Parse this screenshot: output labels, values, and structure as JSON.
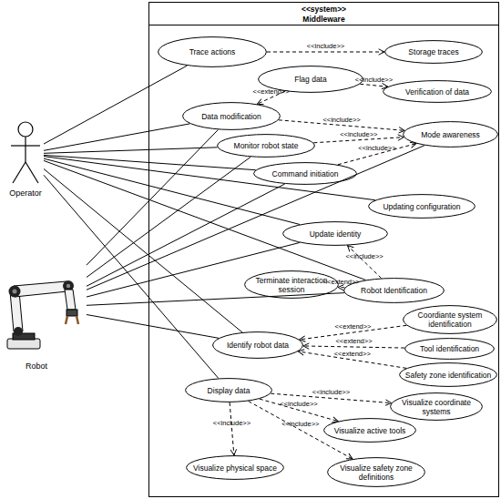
{
  "diagram": {
    "nodes": [
      {
        "text": [
          "<<system>>",
          "Middleware"
        ]
      },
      {
        "text": [
          "Trace actions"
        ],
        "in": 0
      },
      {
        "text": [
          "Storage traces"
        ],
        "in": 0
      },
      {
        "text": [
          "Flag data"
        ],
        "in": 0
      },
      {
        "text": [
          "Verification of data"
        ],
        "in": 0
      },
      {
        "text": [
          "Data modification"
        ],
        "in": 0
      },
      {
        "text": [
          "Mode awareness"
        ],
        "in": 0
      },
      {
        "text": [
          "Monitor robot state"
        ],
        "in": 0
      },
      {
        "text": [
          "Command initiation"
        ],
        "in": 0
      },
      {
        "text": [
          "Updating configuration"
        ],
        "in": 0
      },
      {
        "text": [
          "Update identity"
        ],
        "in": 0
      },
      {
        "text": [
          "Terminate interaction session"
        ],
        "in": 0
      },
      {
        "text": [
          "Robot Identification"
        ],
        "in": 0
      },
      {
        "text": [
          "Coordiante system identification"
        ],
        "in": 0
      },
      {
        "text": [
          "Identify robot data"
        ],
        "in": 0
      },
      {
        "text": [
          "Tool identification"
        ],
        "in": 0
      },
      {
        "text": [
          "Safety zone identification"
        ],
        "in": 0
      },
      {
        "text": [
          "Display data"
        ],
        "in": 0
      },
      {
        "text": [
          "Visualize coordinate systems"
        ],
        "in": 0
      },
      {
        "text": [
          "Visualize active tools"
        ],
        "in": 0
      },
      {
        "text": [
          "Visualize physical space"
        ],
        "in": 0
      },
      {
        "text": [
          "Visualize safety zone definitions"
        ],
        "in": 0
      },
      {
        "text": [
          "Operator"
        ]
      },
      {
        "text": [
          "Robot"
        ]
      }
    ],
    "edges": [
      {
        "from": 1,
        "to": 2,
        "label": "<<include>>",
        "arrow": "to"
      },
      {
        "from": 3,
        "to": 4,
        "label": "<<include>>",
        "arrow": "to"
      },
      {
        "from": 3,
        "to": 5,
        "label": "<<extend>>",
        "arrow": "to"
      },
      {
        "from": 5,
        "to": 6,
        "label": "<<include>>",
        "arrow": "to"
      },
      {
        "from": 7,
        "to": 6,
        "label": "<<include>>",
        "arrow": "to"
      },
      {
        "from": 8,
        "to": 6,
        "label": "<<include>>",
        "arrow": "to"
      },
      {
        "from": 12,
        "to": 10,
        "label": "<<include>>",
        "arrow": "to"
      },
      {
        "from": 12,
        "to": 11,
        "label": "<<extend>>",
        "arrow": "to"
      },
      {
        "from": 13,
        "to": 14,
        "label": "<<extend>>",
        "arrow": "to"
      },
      {
        "from": 15,
        "to": 14,
        "label": "<<extend>>",
        "arrow": "to"
      },
      {
        "from": 16,
        "to": 14,
        "label": "<<extend>>",
        "arrow": "to"
      },
      {
        "from": 17,
        "to": 18,
        "label": "<<include>>",
        "arrow": "to"
      },
      {
        "from": 17,
        "to": 19,
        "label": "<<include>>",
        "arrow": "to"
      },
      {
        "from": 17,
        "to": 21,
        "label": "<<include>>",
        "arrow": "to"
      },
      {
        "from": 17,
        "to": 20,
        "label": "<<include>>",
        "arrow": "to"
      },
      {
        "from": 22,
        "to": 1,
        "arrow": "none"
      },
      {
        "from": 22,
        "to": 5,
        "arrow": "none"
      },
      {
        "from": 22,
        "to": 7,
        "arrow": "none"
      },
      {
        "from": 22,
        "to": 8,
        "arrow": "none"
      },
      {
        "from": 22,
        "to": 9,
        "arrow": "none"
      },
      {
        "from": 22,
        "to": 10,
        "arrow": "none"
      },
      {
        "from": 22,
        "to": 12,
        "arrow": "none"
      },
      {
        "from": 22,
        "to": 14,
        "arrow": "none"
      },
      {
        "from": 22,
        "to": 17,
        "arrow": "none"
      },
      {
        "from": 23,
        "to": 5,
        "arrow": "none"
      },
      {
        "from": 23,
        "to": 7,
        "arrow": "none"
      },
      {
        "from": 23,
        "to": 8,
        "arrow": "none"
      },
      {
        "from": 23,
        "to": 6,
        "arrow": "none"
      },
      {
        "from": 23,
        "to": 10,
        "arrow": "none"
      },
      {
        "from": 23,
        "to": 12,
        "arrow": "none"
      },
      {
        "from": 23,
        "to": 14,
        "arrow": "none"
      }
    ]
  }
}
